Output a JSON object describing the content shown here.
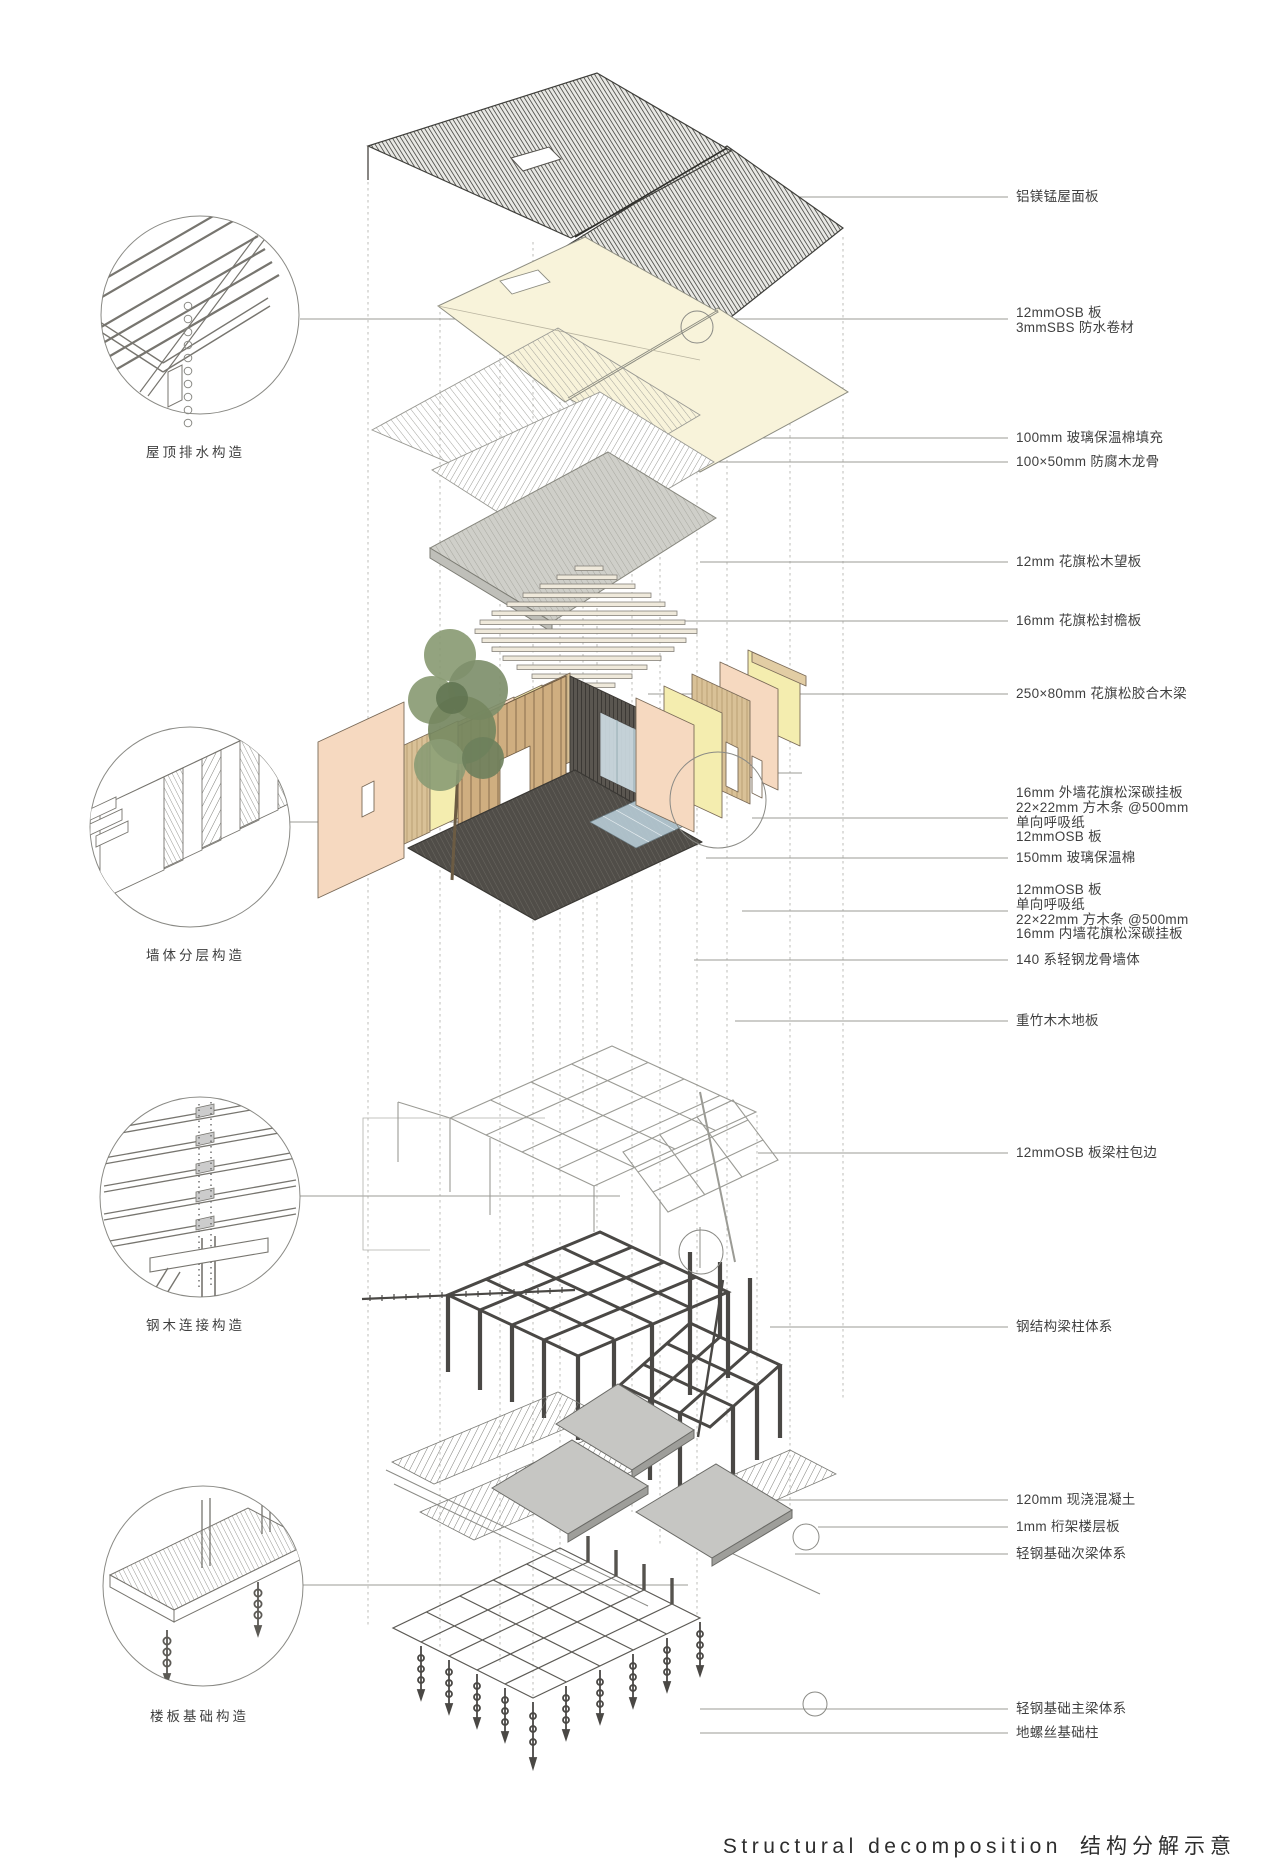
{
  "title": {
    "en": "Structural decomposition",
    "zh": "结构分解示意"
  },
  "callouts": [
    {
      "label": "屋顶排水构造"
    },
    {
      "label": "墙体分层构造"
    },
    {
      "label": "钢木连接构造"
    },
    {
      "label": "楼板基础构造"
    }
  ],
  "annotations": [
    {
      "text": "铝镁锰屋面板"
    },
    {
      "text": "12mmOSB 板\n3mmSBS 防水卷材"
    },
    {
      "text": "100mm 玻璃保温棉填充"
    },
    {
      "text": "100×50mm 防腐木龙骨"
    },
    {
      "text": "12mm 花旗松木望板"
    },
    {
      "text": "16mm 花旗松封檐板"
    },
    {
      "text": "250×80mm 花旗松胶合木梁"
    },
    {
      "text": "16mm 外墙花旗松深碳挂板\n22×22mm 方木条 @500mm\n单向呼吸纸\n12mmOSB 板"
    },
    {
      "text": "150mm 玻璃保温棉"
    },
    {
      "text": "12mmOSB 板\n单向呼吸纸\n22×22mm 方木条 @500mm\n16mm 内墙花旗松深碳挂板"
    },
    {
      "text": "140 系轻钢龙骨墙体"
    },
    {
      "text": "重竹木木地板"
    },
    {
      "text": "12mmOSB 板梁柱包边"
    },
    {
      "text": "钢结构梁柱体系"
    },
    {
      "text": "120mm 现浇混凝土"
    },
    {
      "text": "1mm 桁架楼层板"
    },
    {
      "text": "轻钢基础次梁体系"
    },
    {
      "text": "轻钢基础主梁体系"
    },
    {
      "text": "地螺丝基础柱"
    }
  ],
  "colors": {
    "peach_panel": "#f6d9c0",
    "yellow_panel": "#f4edaf",
    "wood_panel": "#d9c197",
    "cream_layer": "#f8f3da",
    "steel_dark": "#4a4845",
    "slab_gray": "#c6c6c3",
    "tree_green": "#7e8f6b"
  }
}
